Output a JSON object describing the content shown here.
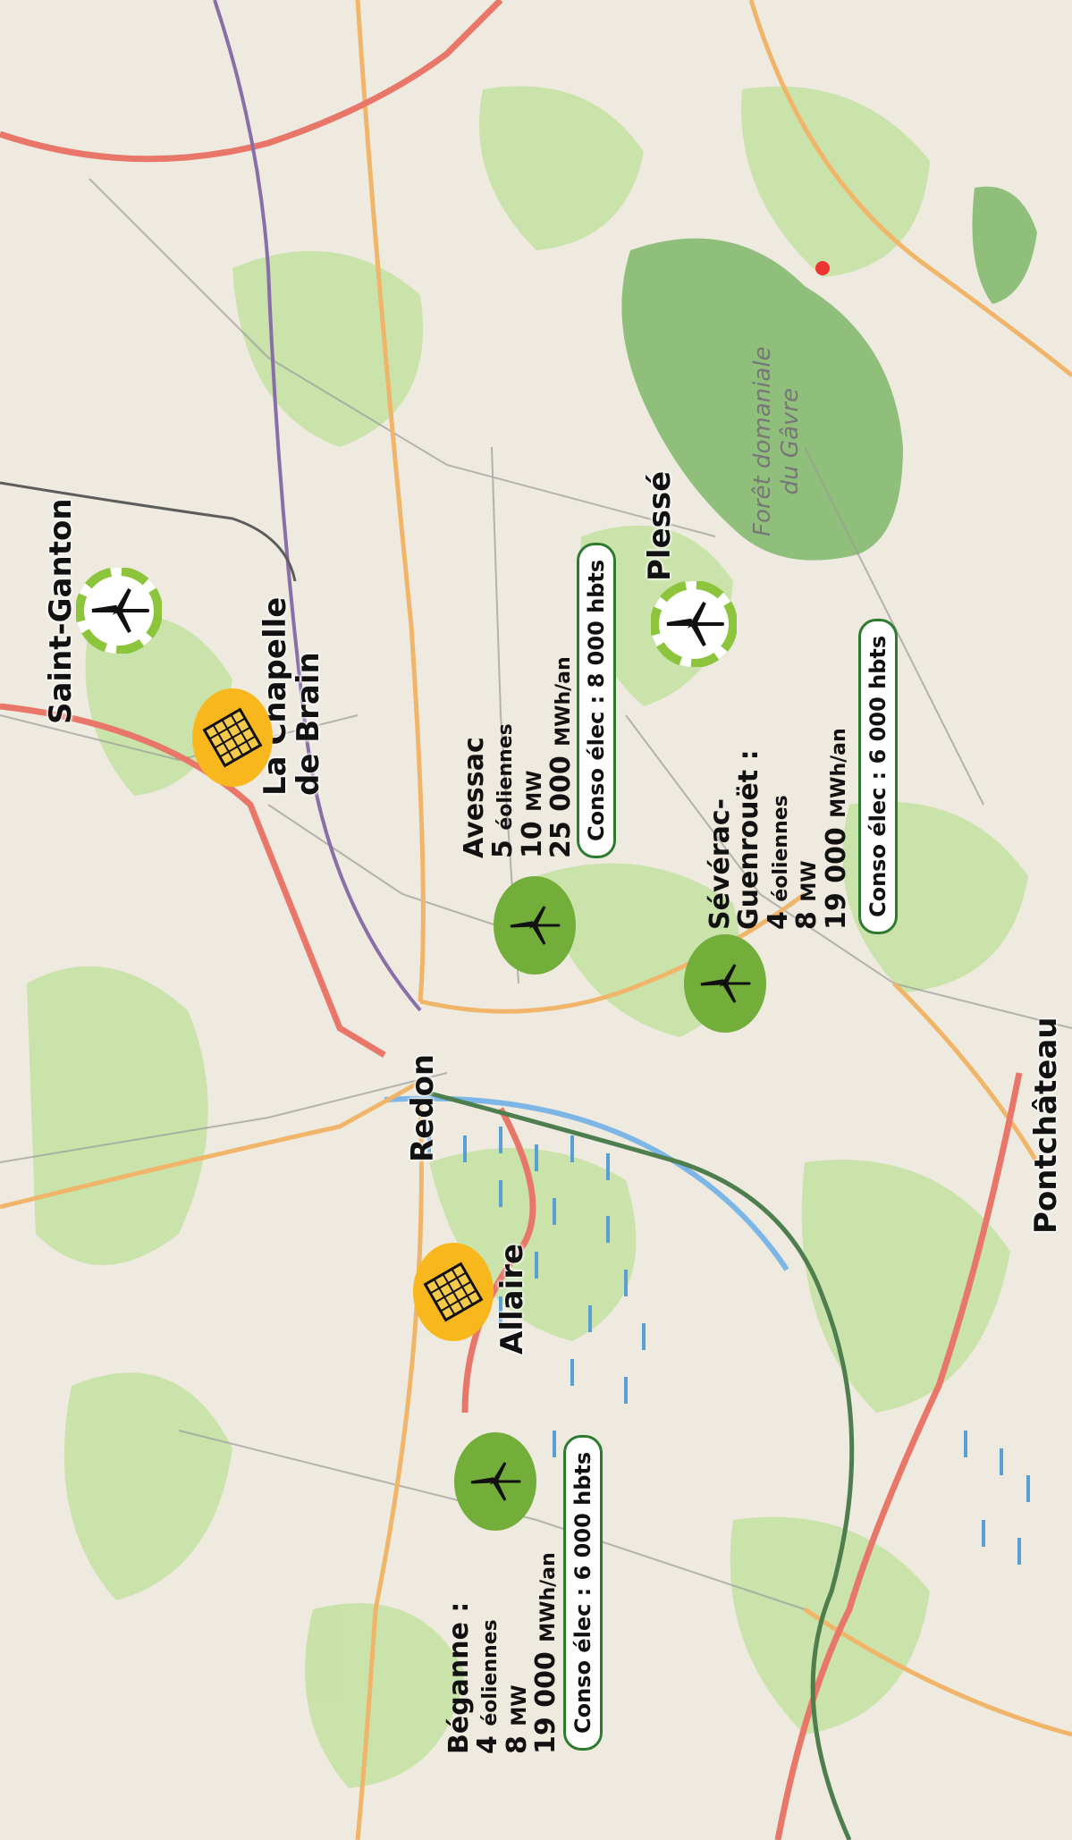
{
  "map": {
    "colors": {
      "land": "#eeeae0",
      "vegetation": "#c4e2a4",
      "forest": "#8fbf7a",
      "wind_badge": "#73ad3a",
      "solar_badge": "#f8b81d",
      "major_road": "#e8776a",
      "secondary_road": "#f1b56a",
      "boundary": "#8a6ea8",
      "water": "#5a9fd4"
    },
    "forest_label": [
      "Forêt domaniale",
      "du Gâvre"
    ],
    "towns": [
      {
        "id": "saint-ganton",
        "name": "Saint-Ganton"
      },
      {
        "id": "la-chapelle",
        "name": [
          "La Chapelle",
          "de Brain"
        ]
      },
      {
        "id": "redon",
        "name": "Redon"
      },
      {
        "id": "allaire",
        "name": "Allaire"
      },
      {
        "id": "plesse",
        "name": "Plessé"
      },
      {
        "id": "pontchateau",
        "name": "Pontchâteau"
      }
    ],
    "parks": [
      {
        "id": "avessac",
        "name": "Avessac",
        "count": "5",
        "count_unit": "éoliennes",
        "power": "10",
        "power_unit": "MW",
        "energy": "25 000",
        "energy_unit": "MWh/an",
        "conso": "Conso élec : 8 000 hbts"
      },
      {
        "id": "severac",
        "name_line1": "Sévérac-",
        "name_line2": "Guenrouët :",
        "count": "4",
        "count_unit": "éoliennes",
        "power": "8",
        "power_unit": "MW",
        "energy": "19 000",
        "energy_unit": "MWh/an",
        "conso": "Conso élec : 6 000 hbts"
      },
      {
        "id": "beganne",
        "name": "Béganne :",
        "count": "4",
        "count_unit": "éoliennes",
        "power": "8",
        "power_unit": "MW",
        "energy": "19 000",
        "energy_unit": "MWh/an",
        "conso": "Conso élec : 6 000 hbts"
      }
    ],
    "icons": [
      {
        "id": "saint-ganton-wind",
        "icon": "wind-turbine-planned-icon"
      },
      {
        "id": "plesse-wind",
        "icon": "wind-turbine-planned-icon"
      },
      {
        "id": "la-chapelle-solar",
        "icon": "solar-panel-icon"
      },
      {
        "id": "allaire-solar",
        "icon": "solar-panel-icon"
      },
      {
        "id": "avessac-wind",
        "icon": "wind-turbine-icon"
      },
      {
        "id": "severac-wind",
        "icon": "wind-turbine-icon"
      },
      {
        "id": "beganne-wind",
        "icon": "wind-turbine-icon"
      }
    ]
  }
}
